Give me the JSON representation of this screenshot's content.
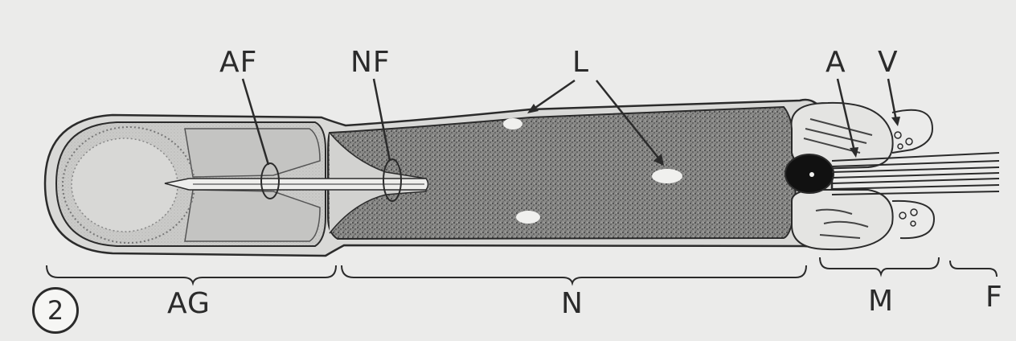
{
  "figure": {
    "number": "2",
    "labels": {
      "af": "AF",
      "nf": "NF",
      "l": "L",
      "a": "A",
      "v": "V",
      "ag": "AG",
      "n": "N",
      "m": "M",
      "f": "F"
    }
  },
  "colors": {
    "background": "#ebebea",
    "outline": "#2b2b2b",
    "acrosome_fill": "#c9c9c7",
    "nucleus_fill": "#6e6e6c"
  }
}
